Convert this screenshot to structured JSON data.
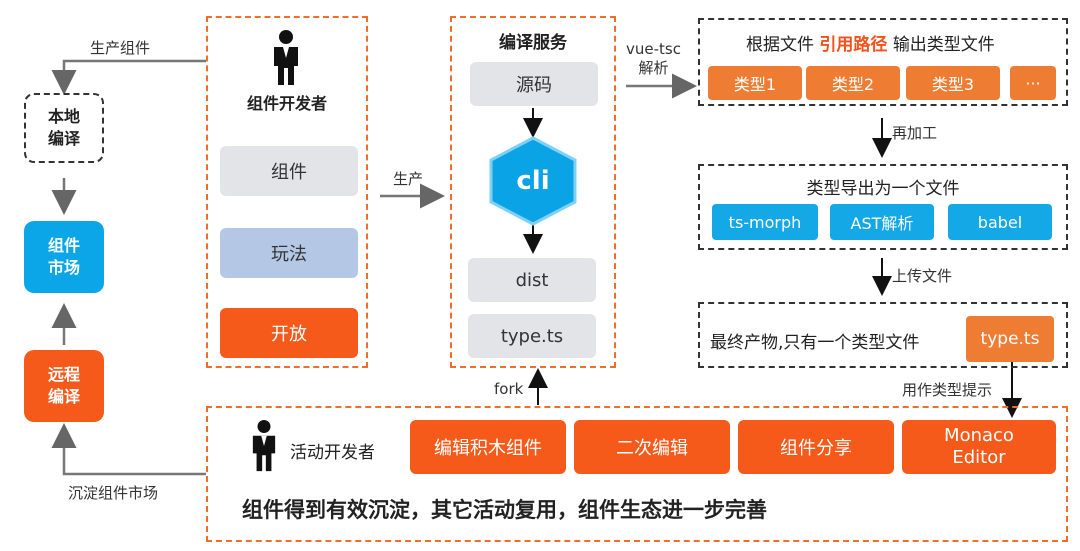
{
  "left": {
    "top_edge_label": "生产组件",
    "local_compile": "本地\n编译",
    "market": "组件\n市场",
    "remote_compile": "远程\n编译",
    "bottom_edge_label": "沉淀组件市场"
  },
  "developer": {
    "title": "组件开发者",
    "items": [
      "组件",
      "玩法",
      "开放"
    ]
  },
  "produce_label": "生产",
  "compile": {
    "title": "编译服务",
    "source": "源码",
    "cli": "cli",
    "dist": "dist",
    "types": "type.ts"
  },
  "fork_label": "fork",
  "vue_tsc_label": "vue-tsc\n解析",
  "type_output": {
    "title_prefix": "根据文件",
    "title_highlight": "引用路径",
    "title_suffix": "输出类型文件",
    "types": [
      "类型1",
      "类型2",
      "类型3",
      "···"
    ]
  },
  "reprocess_label": "再加工",
  "export": {
    "title": "类型导出为一个文件",
    "tools": [
      "ts-morph",
      "AST解析",
      "babel"
    ]
  },
  "upload_label": "上传文件",
  "final": {
    "text": "最终产物,只有一个类型文件",
    "file": "type.ts"
  },
  "hint_label": "用作类型提示",
  "activity": {
    "title": "活动开发者",
    "actions": [
      "编辑积木组件",
      "二次编辑",
      "组件分享",
      "Monaco\nEditor"
    ],
    "summary": "组件得到有效沉淀，其它活动复用，组件生态进一步完善"
  },
  "colors": {
    "orange": "#f55a1b",
    "type_orange": "#ee7d33",
    "cyan": "#14a8e6",
    "highlight": "#f5521b"
  }
}
